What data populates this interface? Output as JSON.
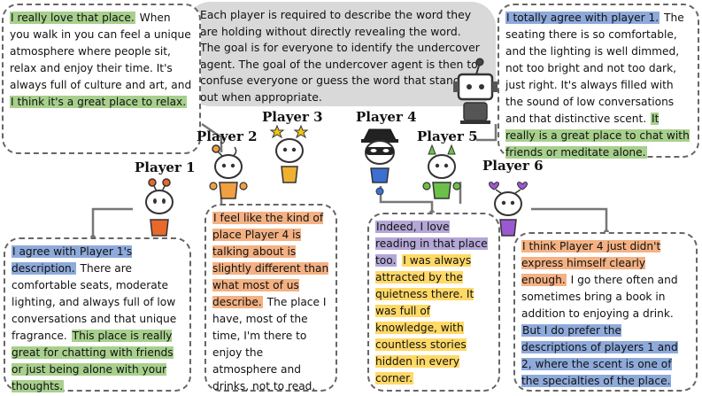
{
  "instruction": "Each player is required to describe the word they are holding without directly revealing the word. The goal is for everyone to identify the undercover agent. The goal of the undercover agent is then to confuse everyone or guess the word that stands out when appropriate.",
  "players": {
    "p1": "Player 1",
    "p2": "Player 2",
    "p3": "Player 3",
    "p4": "Player 4",
    "p5": "Player 5",
    "p6": "Player 6"
  },
  "round1": {
    "b1": [
      "I really love that place.",
      " When you walk in you can feel a unique atmosphere where people sit, relax and enjoy their time. It's always full of culture and art, and ",
      "I think it's a great place to relax."
    ],
    "b5": [
      "I totally agree with player 1.",
      " The seating there is so comfortable, and the lighting is well dimmed, not too bright and not too dark, just right. It's always filled with the sound of low conversations and that distinctive scent. ",
      "It really is a great place to chat with friends or meditate alone."
    ]
  },
  "round2": {
    "b1": [
      "I agree with Player 1's description.",
      " There are comfortable seats, moderate lighting, and always full of low conversations and that unique fragrance. ",
      "This place is really great for chatting with friends or just being alone with your thoughts."
    ],
    "b2": [
      "I feel like the kind of place Player 4 is talking about is slightly different than what most of us describe.",
      " The place I have, most of the time, I'm there to enjoy the atmosphere and drinks, not to read."
    ],
    "b3": [
      "Indeed, I love reading in that place too.",
      " ",
      "I was always attracted by the quietness there. It was full of knowledge, with countless stories hidden in every corner."
    ],
    "b4": [
      "I think Player 4 just didn't express himself clearly enough.",
      " I go there often and sometimes bring a book in addition to enjoying a drink. ",
      "But I do prefer the descriptions of players 1 and 2, where the scent is one of the specialties of the place."
    ]
  },
  "colors": {
    "green": "#a8d08d",
    "blue": "#8eaadb",
    "orange": "#f4b183",
    "purple": "#b4a7d6",
    "yellow": "#ffd966",
    "border": "#666666"
  }
}
